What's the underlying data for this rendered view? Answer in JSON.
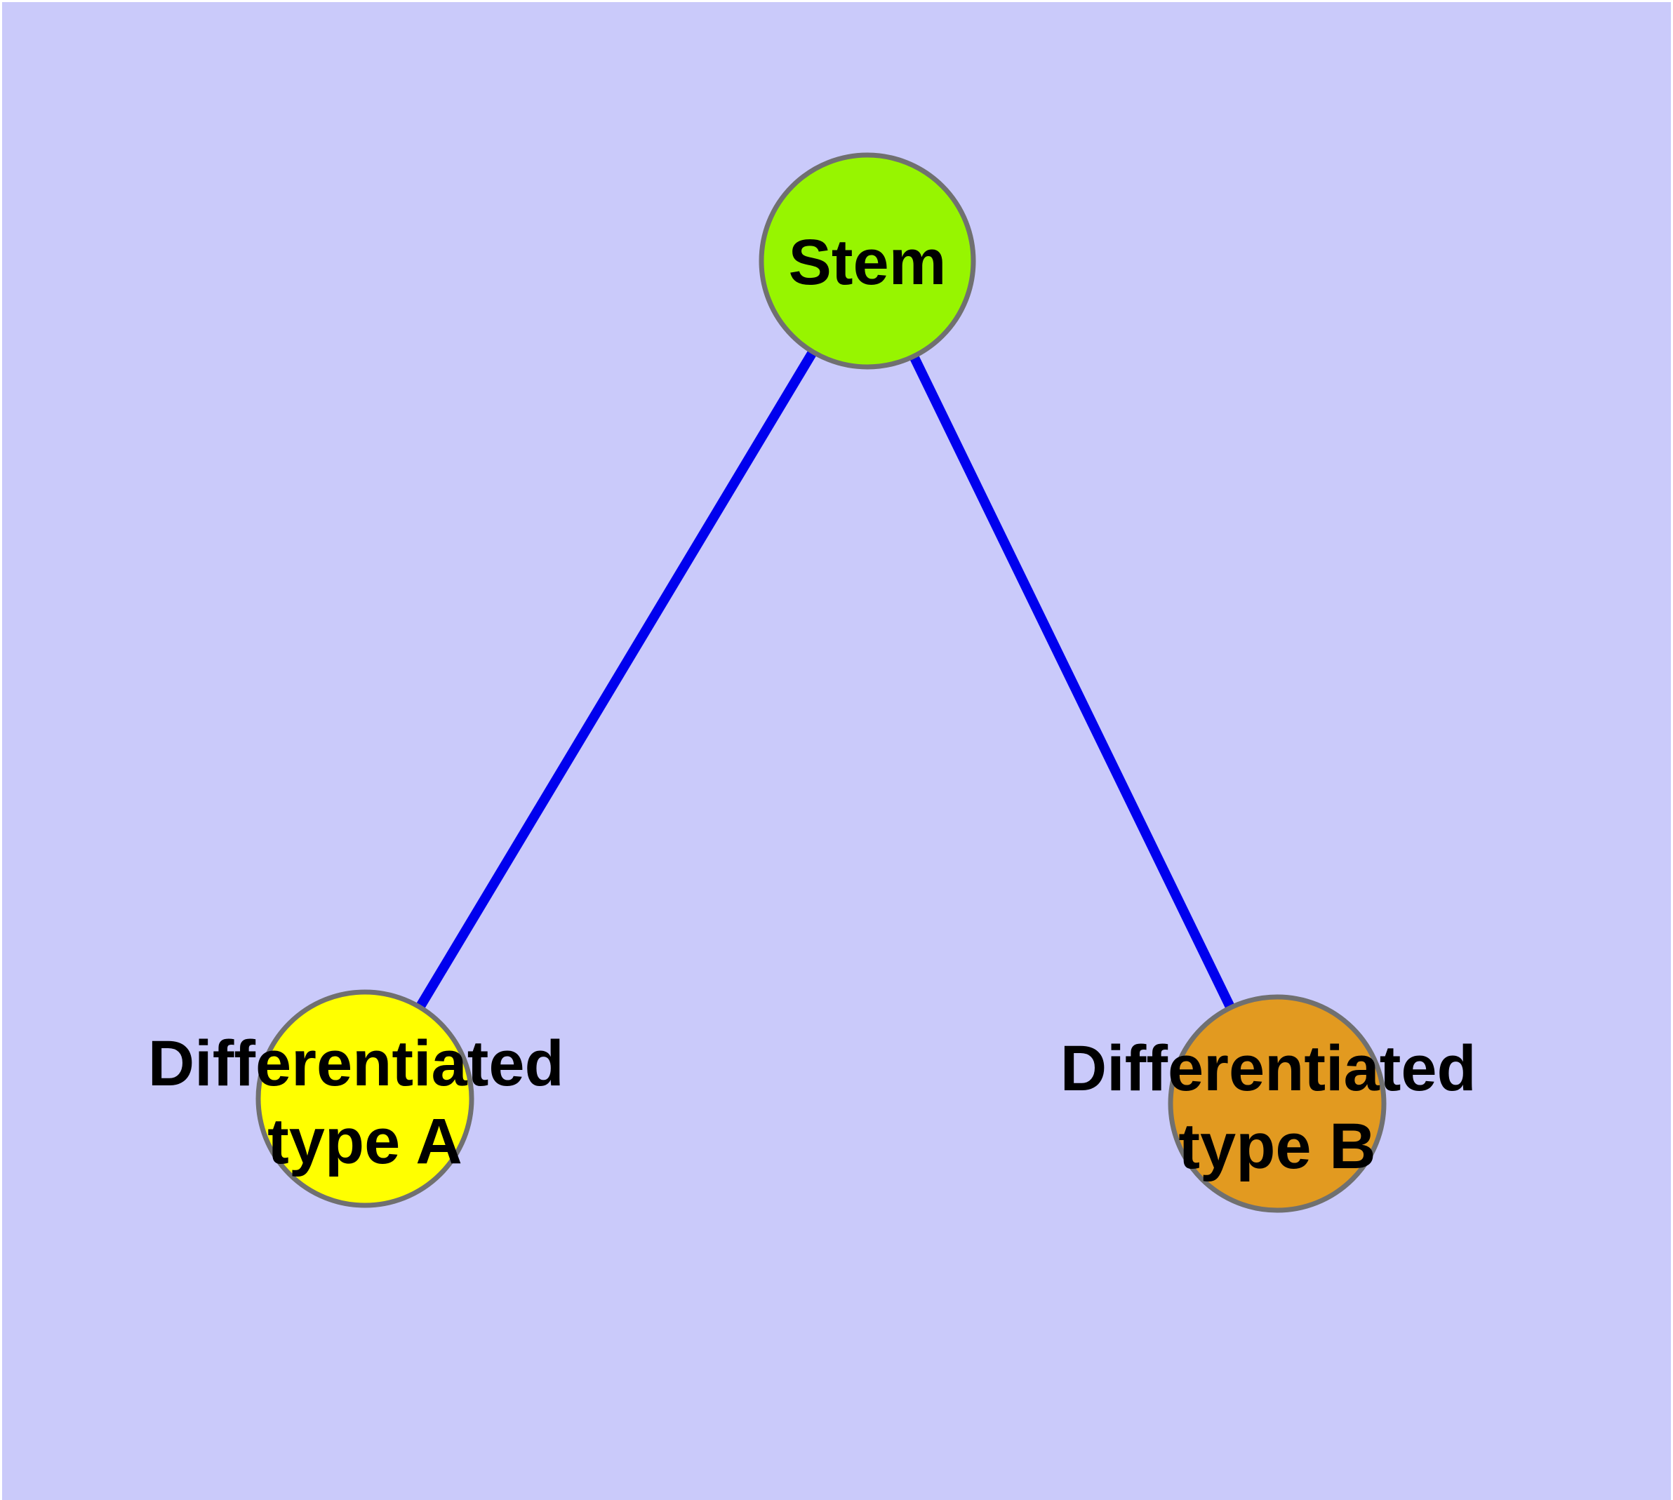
{
  "diagram": {
    "background_color": "#cacafa",
    "frame_color": "#ffffff",
    "edge_color": "#0000ee",
    "node_border_color": "#707070",
    "nodes": {
      "stem": {
        "label": "Stem",
        "fill_color": "#97f500"
      },
      "type_a": {
        "label_line1": "Differentiated",
        "label_line2": "type A",
        "fill_color": "#ffff00"
      },
      "type_b": {
        "label_line1": "Differentiated",
        "label_line2": "type B",
        "fill_color": "#e29a20"
      }
    },
    "edges": {
      "stem_to_type_a": "Stem - Differentiated type A",
      "stem_to_type_b": "Stem - Differentiated type B"
    }
  }
}
